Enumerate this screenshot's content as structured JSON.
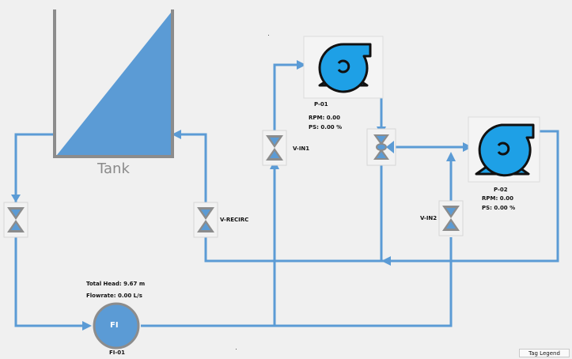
{
  "tank": {
    "label": "Tank",
    "fill_color": "#5b9bd5",
    "wall_color": "#8c8c8c"
  },
  "pipe_color": "#5b9bd5",
  "pumps": [
    {
      "tag": "P-01",
      "rpm": "RPM: 0.00",
      "ps": "PS: 0.00 %",
      "color": "#1ea0e6"
    },
    {
      "tag": "P-02",
      "rpm": "RPM: 0.00",
      "ps": "PS: 0.00 %",
      "color": "#1ea0e6"
    }
  ],
  "valves": [
    {
      "tag": ""
    },
    {
      "tag": "V-RECIRC"
    },
    {
      "tag": "V-IN1"
    },
    {
      "tag": "V-IN2"
    },
    {
      "tag": ""
    }
  ],
  "flow_indicator": {
    "tag": "FI-01",
    "symbol": "FI",
    "total_head": "Total Head: 9.67 m",
    "flowrate": "Flowrate: 0.00 L/s"
  },
  "tag_legend_button": "Tag Legend"
}
